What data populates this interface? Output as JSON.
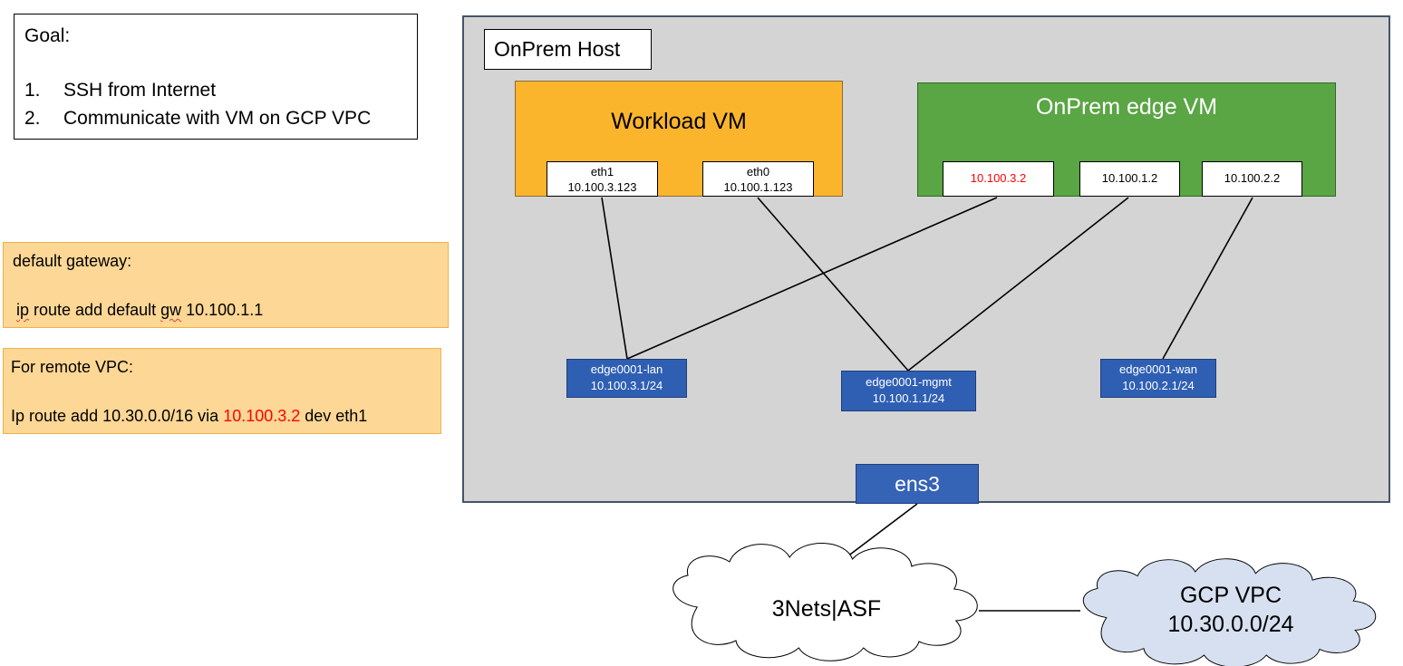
{
  "goal": {
    "title": "Goal:",
    "items": [
      {
        "num": "1.",
        "text": "SSH from Internet"
      },
      {
        "num": "2.",
        "text": "Communicate with VM on GCP VPC"
      }
    ]
  },
  "notes": {
    "default_gateway": {
      "title": "default gateway:",
      "cmd_part1": "ip",
      "cmd_part2": " route add default ",
      "cmd_part3": "gw",
      "cmd_part4": " 10.100.1.1"
    },
    "remote_vpc": {
      "title": "For remote VPC:",
      "cmd_before": "Ip route add 10.30.0.0/16 via ",
      "cmd_highlight": "10.100.3.2",
      "cmd_after": " dev eth1"
    }
  },
  "host": {
    "label": "OnPrem Host",
    "workload_vm": {
      "title": "Workload VM",
      "ports": [
        {
          "name": "eth1",
          "ip": "10.100.3.123"
        },
        {
          "name": "eth0",
          "ip": "10.100.1.123"
        }
      ]
    },
    "edge_vm": {
      "title": "OnPrem edge VM",
      "ports": [
        {
          "ip": "10.100.3.2",
          "color": "#ff0000"
        },
        {
          "ip": "10.100.1.2",
          "color": "#000000"
        },
        {
          "ip": "10.100.2.2",
          "color": "#000000"
        }
      ]
    },
    "bridges": [
      {
        "name": "edge0001-lan",
        "subnet": "10.100.3.1/24"
      },
      {
        "name": "edge0001-mgmt",
        "subnet": "10.100.1.1/24"
      },
      {
        "name": "edge0001-wan",
        "subnet": "10.100.2.1/24"
      }
    ],
    "uplink": "ens3"
  },
  "clouds": {
    "transit": {
      "label": "3Nets|ASF"
    },
    "gcp": {
      "line1": "GCP VPC",
      "line2": "10.30.0.0/24"
    }
  },
  "colors": {
    "host_bg": "#d4d4d4",
    "workload": "#fbb52c",
    "edge_vm": "#5aa544",
    "bridge": "#2f5fb3",
    "note": "#fdd795",
    "gcp_cloud": "#d6e0f0",
    "highlight": "#ff0000"
  }
}
